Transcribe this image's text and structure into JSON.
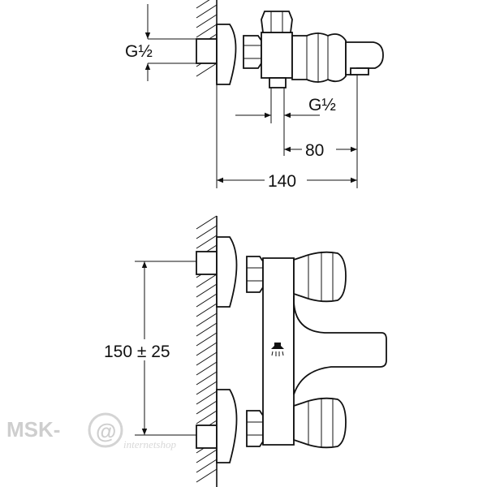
{
  "top_view": {
    "thread_left": "G½",
    "thread_bottom": "G½",
    "dim_80": "80",
    "dim_140": "140"
  },
  "bottom_view": {
    "dim_spacing": "150 ± 25",
    "shower_symbol": "shower-icon"
  },
  "watermark": {
    "brand": "MSK-",
    "at_symbol": "@",
    "url_text": "internetshop"
  }
}
